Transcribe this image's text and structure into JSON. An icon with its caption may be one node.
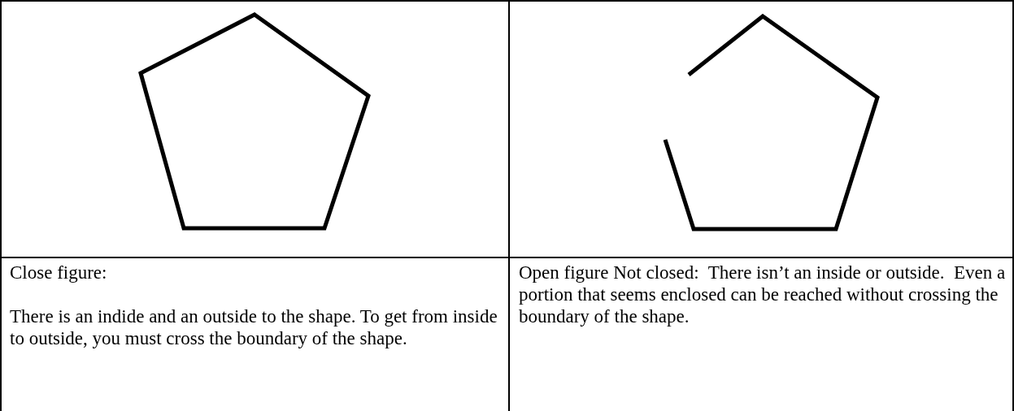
{
  "diagram": {
    "labels": [
      "Close figure:",
      "There is an indide and an outside to the shape. To get from inside to outside, you must cross the boundary of the shape.",
      "Open figure Not closed:  There isn’t an inside or outside.  Even a portion that seems enclosed can be reached without crossing the boundary of the shape."
    ]
  }
}
